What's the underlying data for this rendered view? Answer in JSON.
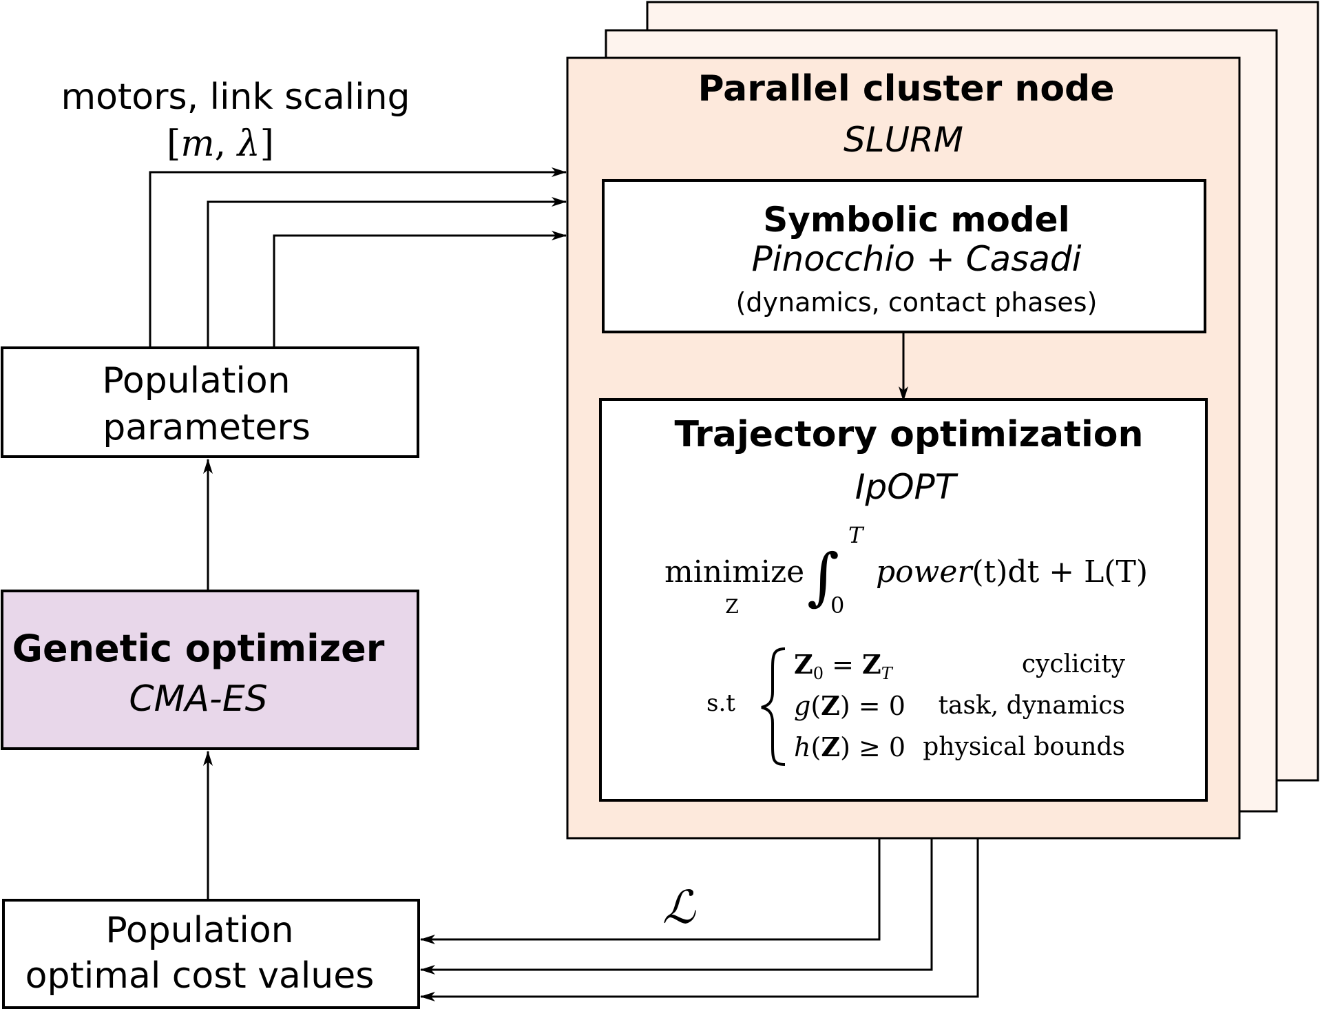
{
  "top_label": {
    "line1": "motors, link scaling",
    "math_open": "[",
    "math_m": "m",
    "math_sep": ", ",
    "math_lambda": "λ",
    "math_close": "]"
  },
  "population_params": {
    "line1": "Population",
    "line2": "parameters"
  },
  "genetic": {
    "title": "Genetic optimizer",
    "subtitle": "CMA-ES"
  },
  "population_costs": {
    "line1": "Population",
    "line2": "optimal cost values"
  },
  "loss_symbol": "ℒ",
  "cluster": {
    "title": "Parallel cluster node",
    "subtitle": "SLURM"
  },
  "symbolic": {
    "title": "Symbolic model",
    "subtitle": "Pinocchio + Casadi",
    "note": "(dynamics, contact phases)"
  },
  "trajopt": {
    "title": "Trajectory optimization",
    "subtitle": "IpOPT",
    "objective": {
      "op": "minimize",
      "op_sub": "Z",
      "integral": "∫",
      "upper": "T",
      "lower": "0",
      "integrand_fn": "power",
      "integrand_rest": "(t)dt + L(T)"
    },
    "st": "s.t",
    "constraints": [
      {
        "lhs_a": "Z",
        "lhs_a_sub": "0",
        "lhs_mid": " = ",
        "lhs_b": "Z",
        "lhs_b_sub": "T",
        "label": "cyclicity"
      },
      {
        "fn": "g",
        "arg": "Z",
        "rel": ") = 0",
        "label": "task, dynamics"
      },
      {
        "fn": "h",
        "arg": "Z",
        "rel": ") ≥ 0",
        "label": "physical bounds"
      }
    ]
  },
  "colors": {
    "cluster_fill": "#fde9dc",
    "cluster_back_fill": "#fef4ee",
    "genetic_fill": "#e8d7ea",
    "stroke": "#000000"
  }
}
